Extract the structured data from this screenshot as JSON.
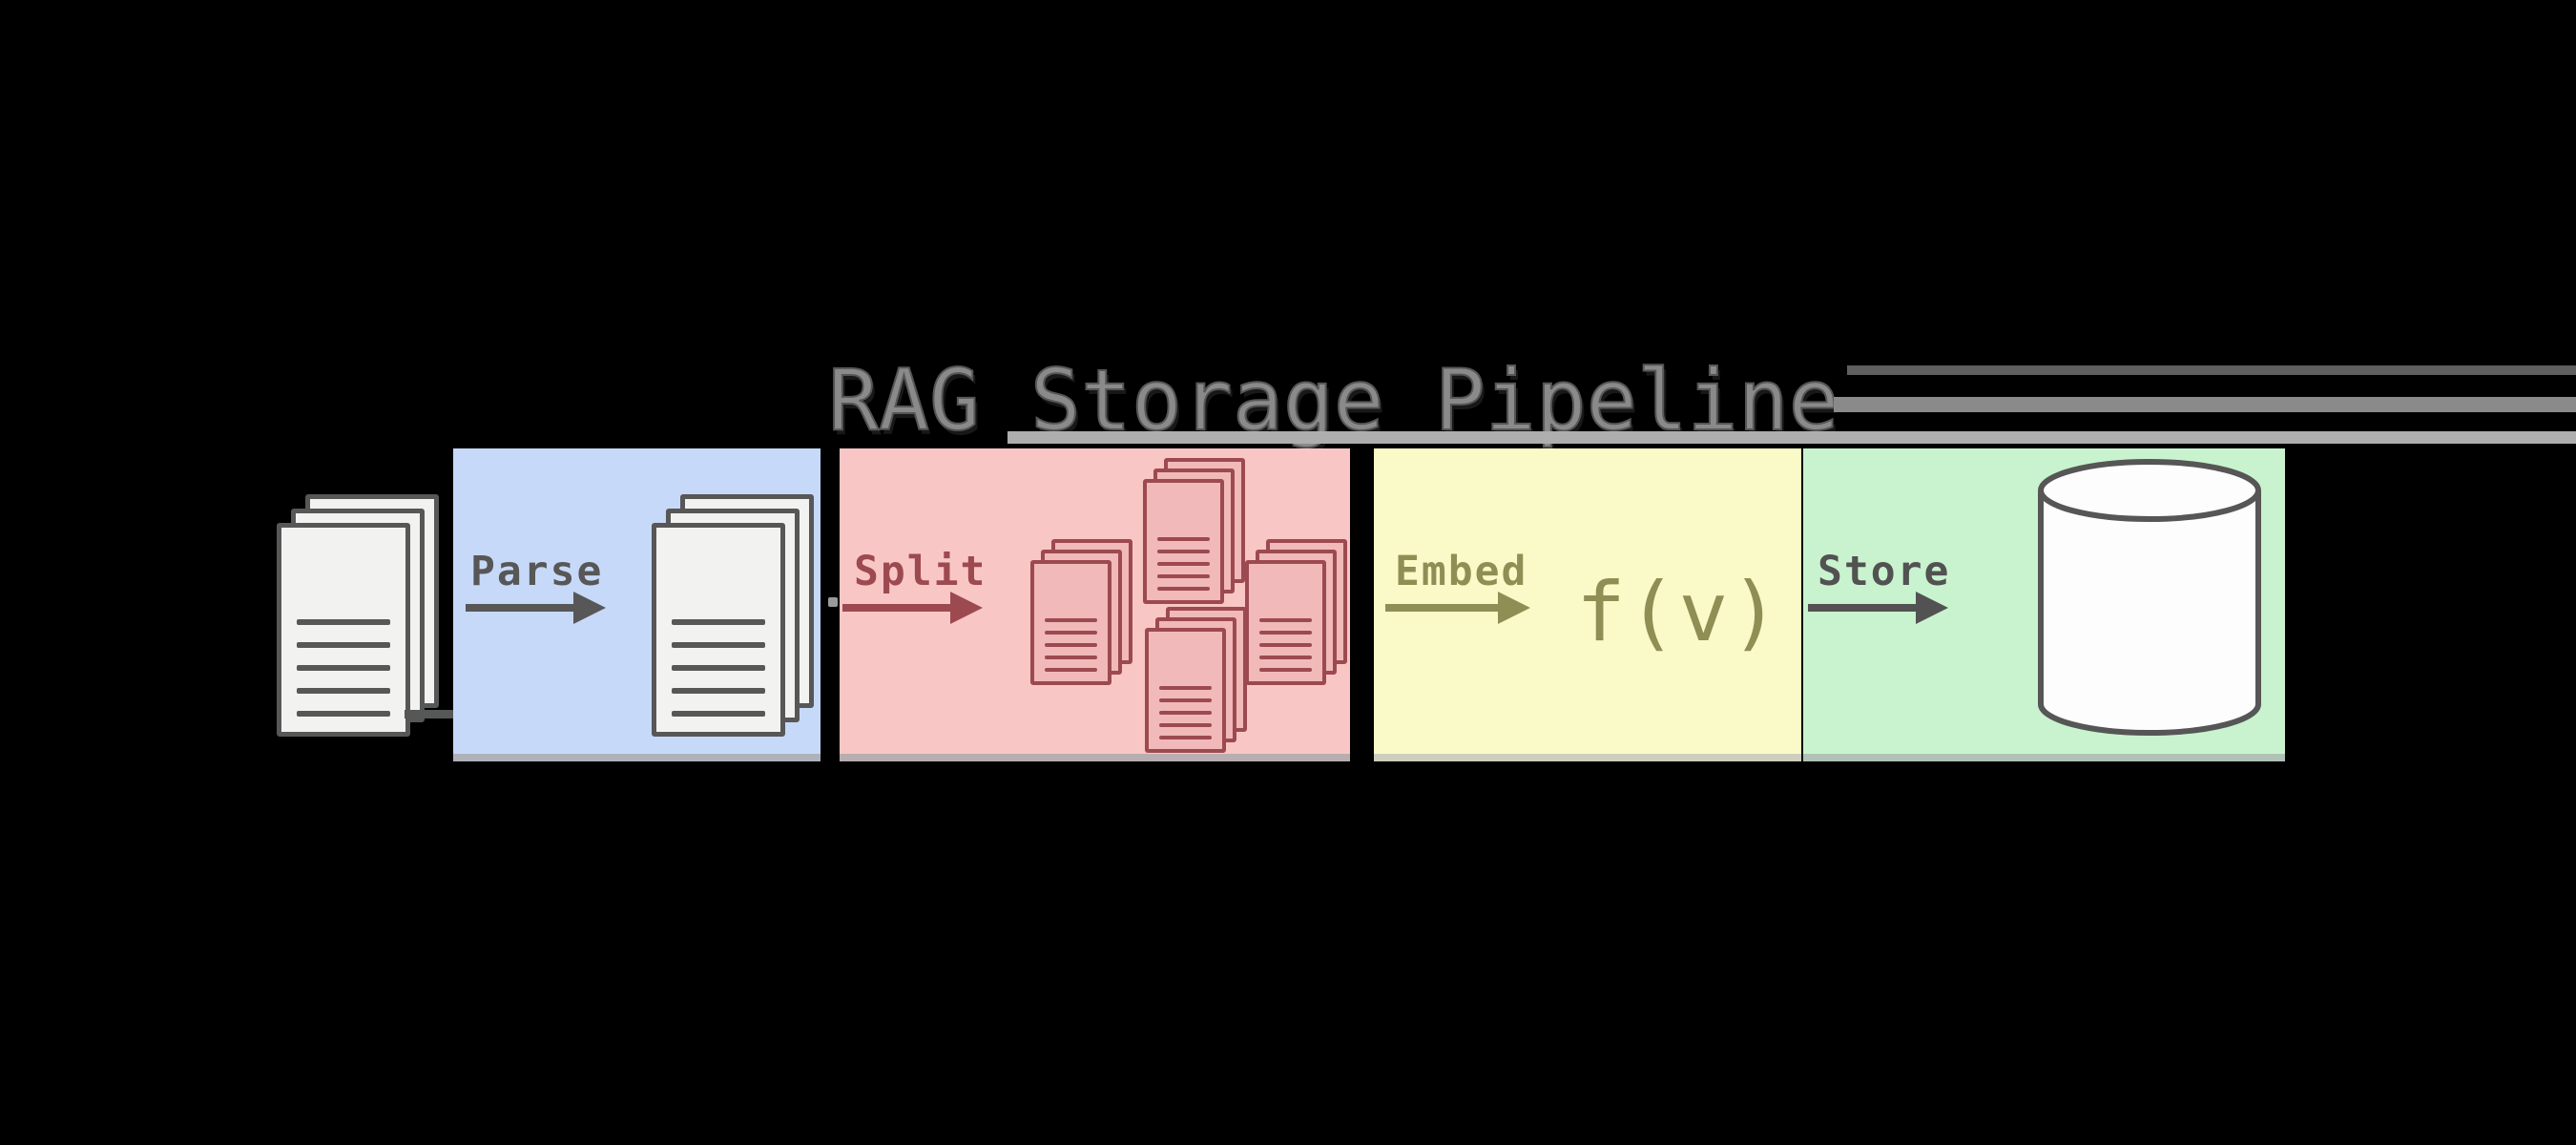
{
  "background": "#000000",
  "title": {
    "text": "RAG Storage Pipeline",
    "color": "#8a8a8a"
  },
  "title_rules": [
    {
      "name": "top-rule",
      "color": "#5f5f5f"
    },
    {
      "name": "middle-rule",
      "color": "#8a8a8a"
    },
    {
      "name": "bottom-rule",
      "color": "#aeaeae"
    }
  ],
  "input": {
    "icon": "document-stack-icon",
    "pages": 3,
    "lines_per_page": 5,
    "page_fill": "#f2f2f0",
    "page_stroke": "#575757"
  },
  "stages": [
    {
      "id": "parse",
      "label": "Parse",
      "background": "#c7d9f8",
      "accent": "#575757",
      "output_icon": "document-stack-icon"
    },
    {
      "id": "split",
      "label": "Split",
      "background": "#f9c6c6",
      "accent": "#9c4a50",
      "output_icon": "chunk-stacks-icon",
      "chunk_count": 4,
      "chunk_fill": "#f1b9ba"
    },
    {
      "id": "embed",
      "label": "Embed",
      "background": "#fafac8",
      "accent": "#8f8f55",
      "formula": "f(v)"
    },
    {
      "id": "store",
      "label": "Store",
      "background": "#c8f3ce",
      "accent": "#525252",
      "output_icon": "database-cylinder-icon",
      "cylinder_fill": "#fdfdfd",
      "cylinder_stroke": "#565656"
    }
  ]
}
